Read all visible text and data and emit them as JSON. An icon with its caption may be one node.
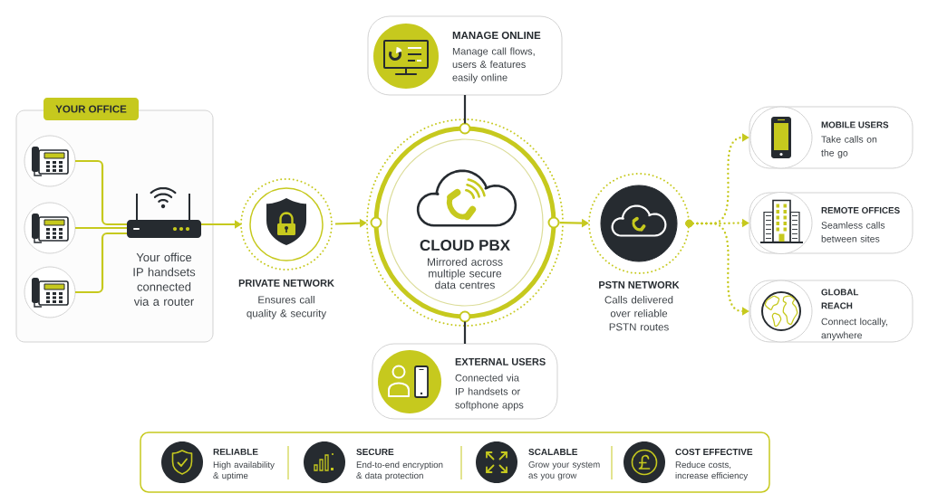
{
  "diagram": {
    "nodes": [
      {
        "text": [
          "YOUR OFFICE"
        ]
      },
      {
        "text": [],
        "shape": "circle",
        "in": 0
      },
      {
        "text": [],
        "shape": "circle",
        "in": 0
      },
      {
        "text": [],
        "shape": "circle",
        "in": 0
      },
      {
        "text": [],
        "shape": "picture",
        "in": 0,
        "beside": [
          "Your office IP handsets connected via a router"
        ]
      },
      {
        "text": [
          "PRIVATE NETWORK",
          "Ensures call quality & security"
        ]
      },
      {
        "text": [
          "MANAGE ONLINE",
          "Manage call flows, users & features easily online"
        ]
      },
      {
        "text": [
          "CLOUD PBX",
          "Mirrored across multiple secure data centres"
        ]
      },
      {
        "text": [
          "EXTERNAL USERS",
          "Connected via IP handsets or softphone apps"
        ]
      },
      {
        "text": [
          "PSTN NETWORK",
          "Calls delivered over reliable PSTN routes"
        ]
      },
      {
        "text": [],
        "shape": "circle"
      },
      {
        "text": [
          "MOBILE USERS",
          "Take calls on the go"
        ]
      },
      {
        "text": [
          "REMOTE OFFICES",
          "Seamless calls between sites"
        ]
      },
      {
        "text": [
          "GLOBAL REACH",
          "Connect locally, anywhere"
        ]
      },
      {
        "text": [],
        "shape": "box"
      },
      {
        "text": [
          "RELIABLE",
          "High availability & uptime"
        ],
        "in": 14
      },
      {
        "text": [
          "SECURE",
          "End-to-end encryption & data protection"
        ],
        "in": 14
      },
      {
        "text": [
          "SCALABLE",
          "Grow your system as you grow"
        ],
        "in": 14
      },
      {
        "text": [
          "COST EFFECTIVE",
          "Reduce costs, increase efficiency"
        ],
        "in": 14
      }
    ],
    "edges": [
      {
        "from": 1,
        "to": 4,
        "arrow": "none"
      },
      {
        "from": 2,
        "to": 4,
        "arrow": "none"
      },
      {
        "from": 3,
        "to": 4,
        "arrow": "none"
      },
      {
        "from": 4,
        "to": 5,
        "arrow": "to"
      },
      {
        "from": 5,
        "to": 7,
        "arrow": "to"
      },
      {
        "from": 6,
        "to": 7,
        "arrow": "none",
        "color": "#2b3035"
      },
      {
        "from": 7,
        "to": 8,
        "arrow": "none",
        "color": "#2b3035"
      },
      {
        "from": 7,
        "to": 9,
        "arrow": "to"
      },
      {
        "from": 10,
        "to": 11,
        "arrow": "to",
        "style": "dashed"
      },
      {
        "from": 10,
        "to": 12,
        "arrow": "to",
        "style": "dashed"
      },
      {
        "from": 10,
        "to": 13,
        "arrow": "to",
        "style": "dashed"
      }
    ]
  }
}
